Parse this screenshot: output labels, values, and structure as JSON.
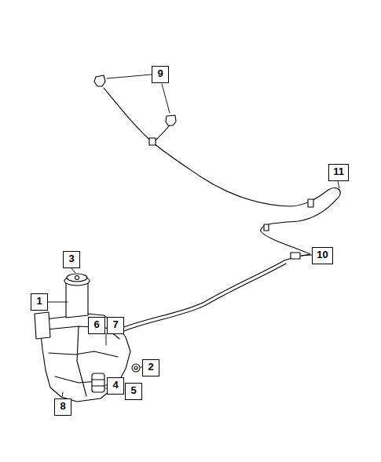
{
  "diagram": {
    "labels": [
      "9",
      "11",
      "3",
      "10",
      "1",
      "6",
      "7",
      "2",
      "4",
      "5",
      "8"
    ]
  }
}
